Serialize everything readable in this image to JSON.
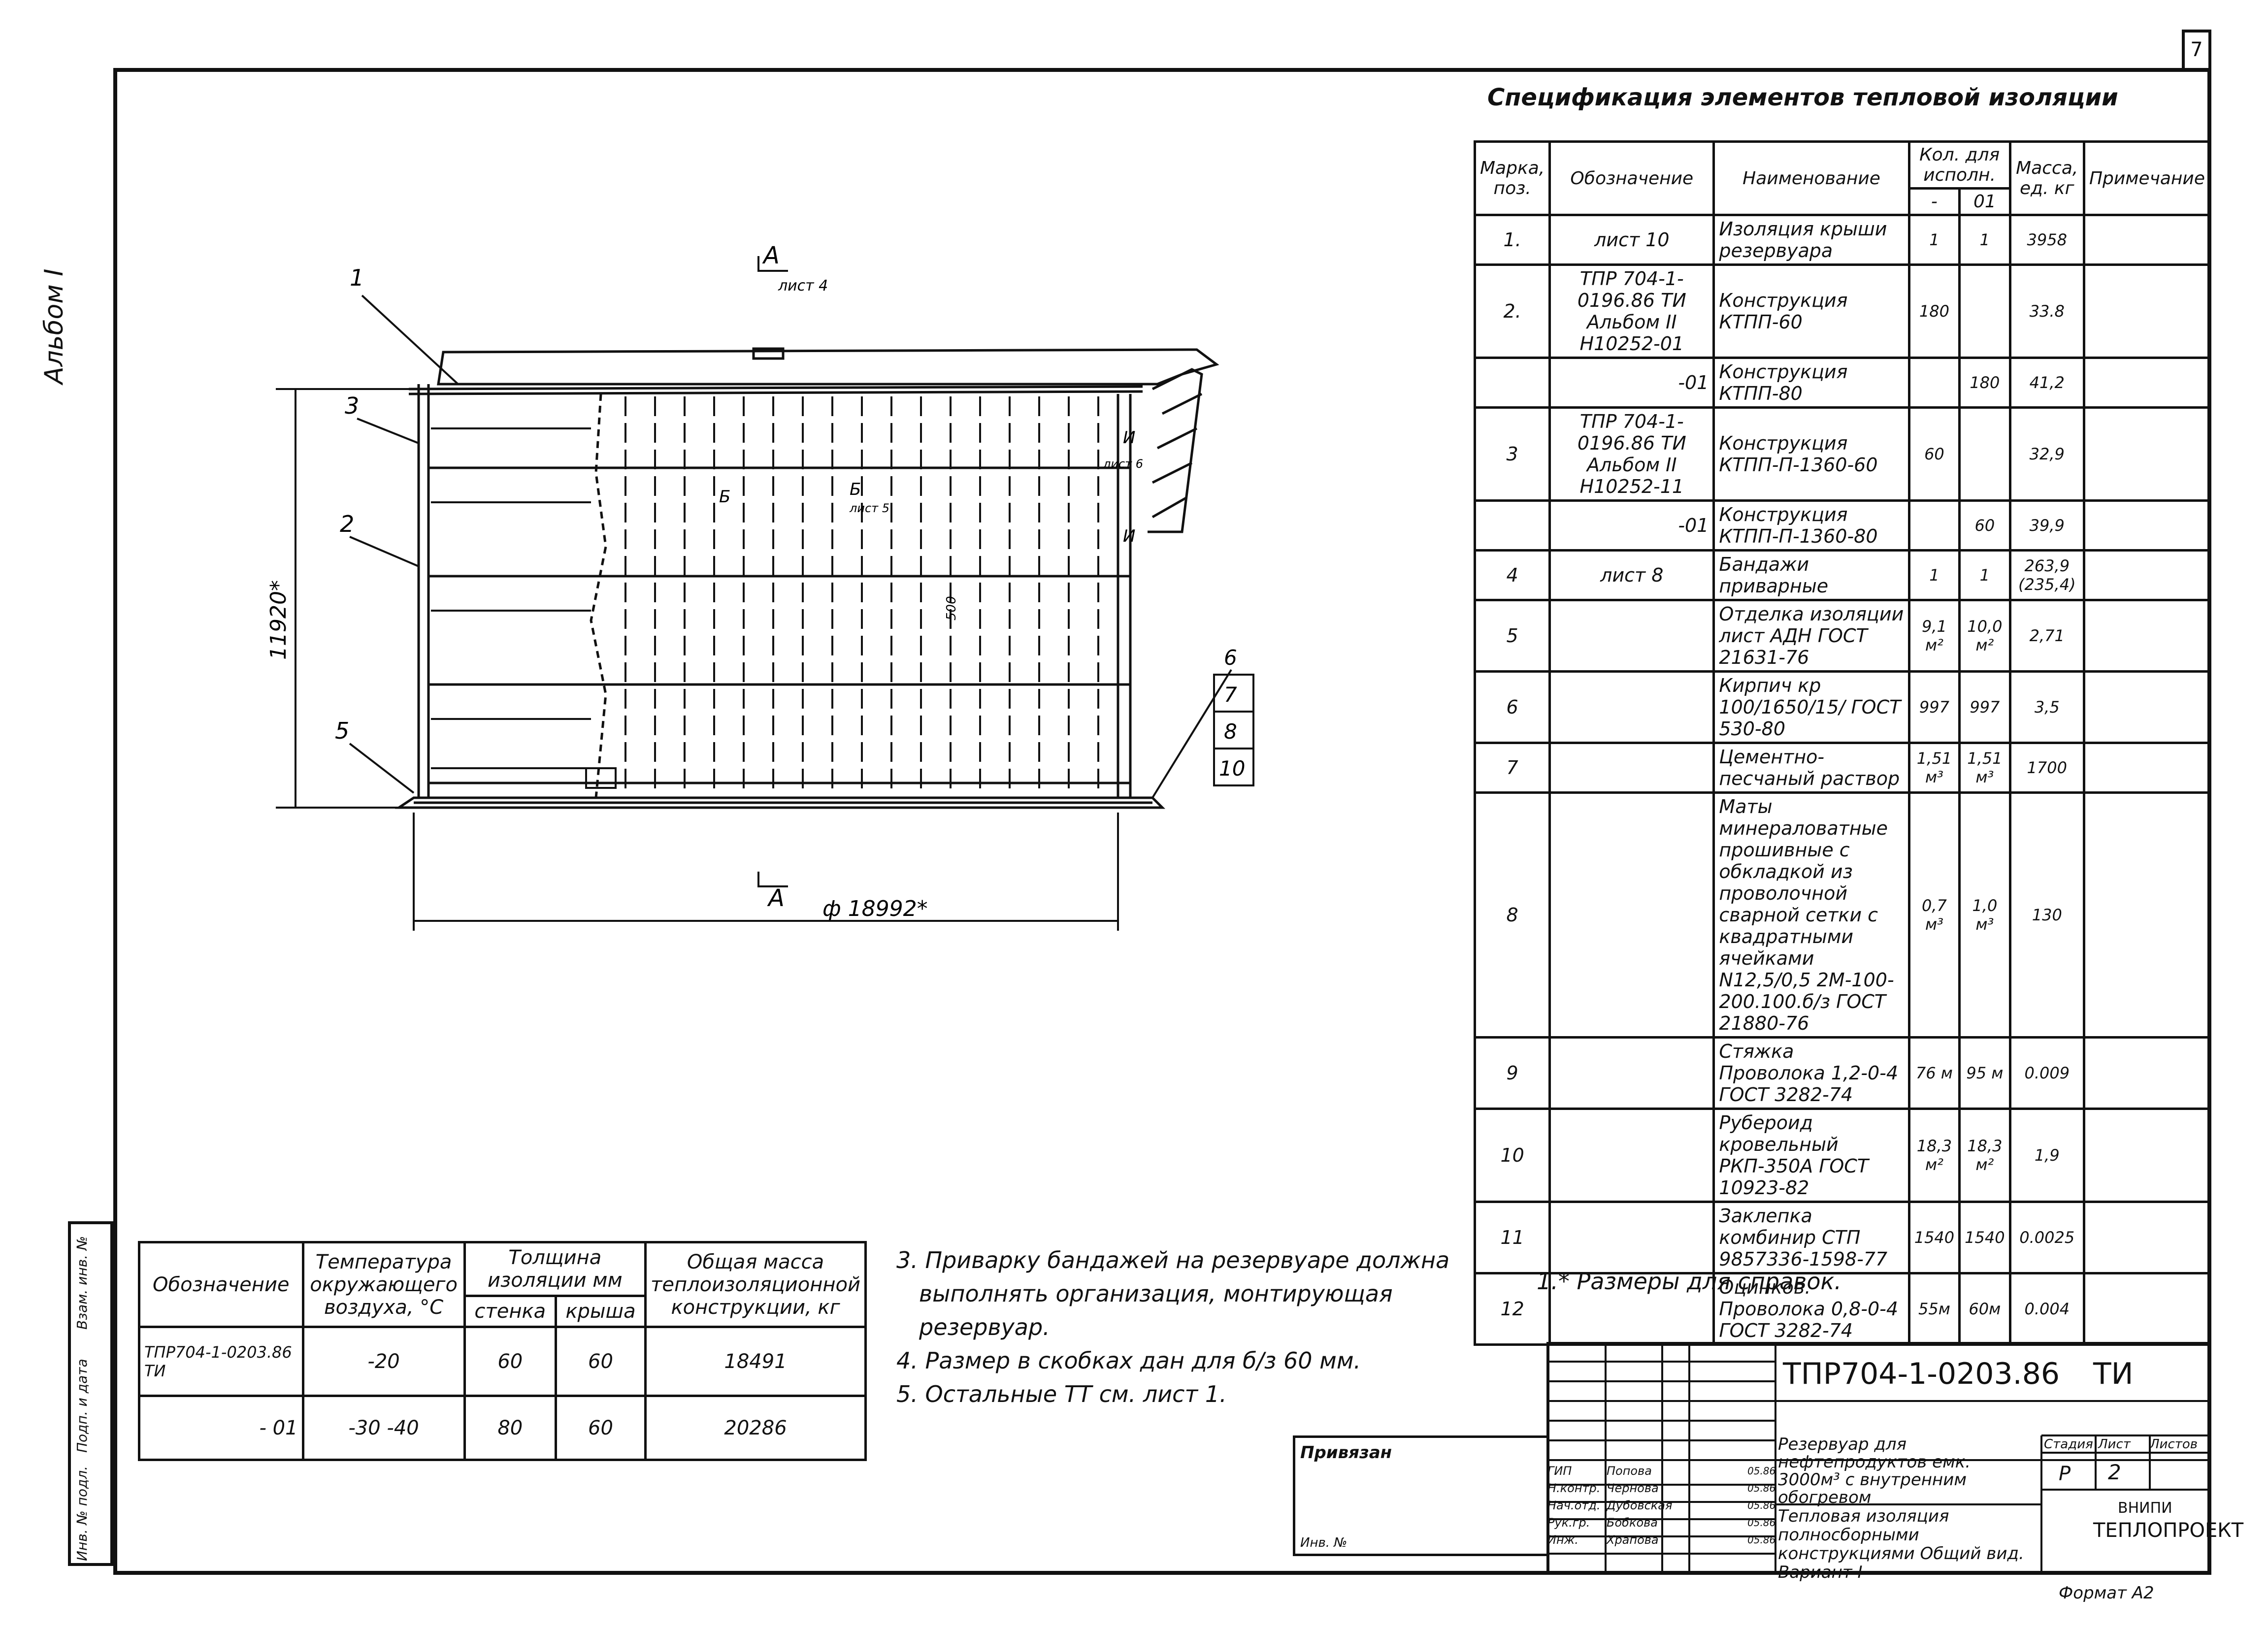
{
  "sheet_number": "7",
  "album_label": "Альбом I",
  "spec_title": "Спецификация элементов тепловой изоляции",
  "spec_headers": {
    "mark": "Марка, поз.",
    "designation": "Обозначение",
    "name": "Наименование",
    "qty": "Кол. для исполн.",
    "qty_a": "-",
    "qty_b": "01",
    "mass": "Масса, ед. кг",
    "note": "Примечание"
  },
  "spec_rows": [
    {
      "pos": "1.",
      "designation": "лист 10",
      "name": "Изоляция крыши резервуара",
      "q1": "1",
      "q2": "1",
      "mass": "3958"
    },
    {
      "pos": "2.",
      "designation": "ТПР 704-1-0196.86 ТИ Альбом II Н10252-01",
      "name": "Конструкция КТПП-60",
      "q1": "180",
      "q2": "",
      "mass": "33.8"
    },
    {
      "pos": "",
      "designation": "-01",
      "name": "Конструкция КТПП-80",
      "q1": "",
      "q2": "180",
      "mass": "41,2"
    },
    {
      "pos": "3",
      "designation": "ТПР 704-1-0196.86 ТИ Альбом II Н10252-11",
      "name": "Конструкция КТПП-П-1360-60",
      "q1": "60",
      "q2": "",
      "mass": "32,9"
    },
    {
      "pos": "",
      "designation": "-01",
      "name": "Конструкция КТПП-П-1360-80",
      "q1": "",
      "q2": "60",
      "mass": "39,9"
    },
    {
      "pos": "4",
      "designation": "лист 8",
      "name": "Бандажи приварные",
      "q1": "1",
      "q2": "1",
      "mass": "263,9 (235,4)"
    },
    {
      "pos": "5",
      "designation": "",
      "name": "Отделка изоляции лист АДН ГОСТ 21631-76",
      "q1": "9,1 м²",
      "q2": "10,0 м²",
      "mass": "2,71"
    },
    {
      "pos": "6",
      "designation": "",
      "name": "Кирпич кр 100/1650/15/ ГОСТ 530-80",
      "q1": "997",
      "q2": "997",
      "mass": "3,5"
    },
    {
      "pos": "7",
      "designation": "",
      "name": "Цементно-песчаный раствор",
      "q1": "1,51 м³",
      "q2": "1,51 м³",
      "mass": "1700"
    },
    {
      "pos": "8",
      "designation": "",
      "name": "Маты минераловатные прошивные с обкладкой из проволочной сварной сетки с квадратными ячейками N12,5/0,5 2М-100-200.100.б/з ГОСТ 21880-76",
      "q1": "0,7 м³",
      "q2": "1,0 м³",
      "mass": "130"
    },
    {
      "pos": "9",
      "designation": "",
      "name": "Стяжка Проволока 1,2-0-4 ГОСТ 3282-74",
      "q1": "76 м",
      "q2": "95 м",
      "mass": "0.009"
    },
    {
      "pos": "10",
      "designation": "",
      "name": "Рубероид кровельный РКП-350А ГОСТ 10923-82",
      "q1": "18,3 м²",
      "q2": "18,3 м²",
      "mass": "1,9"
    },
    {
      "pos": "11",
      "designation": "",
      "name": "Заклепка комбинир СТП 9857336-1598-77",
      "q1": "1540",
      "q2": "1540",
      "mass": "0.0025"
    },
    {
      "pos": "12",
      "designation": "",
      "name": "Оцинков. Проволока 0,8-0-4 ГОСТ 3282-74",
      "q1": "55м",
      "q2": "60м",
      "mass": "0.004"
    }
  ],
  "drawing": {
    "section_top": "А",
    "section_top_sheet": "лист 4",
    "section_bottom": "А",
    "height_dim": "11920*",
    "diameter_dim": "ф 18992*",
    "callouts": [
      "1",
      "2",
      "3",
      "5",
      "6",
      "7",
      "8",
      "10"
    ],
    "section_b": "Б",
    "section_b_sheet": "лист 5",
    "section_i": "И",
    "section_i_sheet": "лист 6",
    "dim_500": "500"
  },
  "temp_table": {
    "headers": [
      "Обозначение",
      "Температура окружающего воздуха, °С",
      "Толщина изоляции мм",
      "Общая масса теплоизоляционной конструкции, кг"
    ],
    "sub_headers": [
      "стенка",
      "крыша"
    ],
    "rows": [
      [
        "ТПР704-1-0203.86 ТИ",
        "-20",
        "60",
        "60",
        "18491"
      ],
      [
        "- 01",
        "-30 -40",
        "80",
        "60",
        "20286"
      ]
    ]
  },
  "notes": [
    "3. Приварку бандажей на резервуаре должна",
    "выполнять организация, монтирующая",
    "резервуар.",
    "4. Размер в скобках дан для б/з 60 мм.",
    "5. Остальные ТТ см. лист 1."
  ],
  "note1": "1.* Размеры для справок.",
  "stamp": {
    "doc_code": "ТПР704-1-0203.86",
    "doc_type": "ТИ",
    "title1": "Резервуар для нефтепродуктов емк. 3000м³ с внутренним обогревом",
    "title2": "Тепловая изоляция полносборными конструкциями Общий вид. Вариант I",
    "stage_label": "Стадия",
    "sheet_label": "Лист",
    "sheets_label": "Листов",
    "stage": "Р",
    "sheet": "2",
    "org1": "ВНИПИ",
    "org2": "ТЕПЛОПРОЕКТ",
    "roles": [
      "ГИП",
      "Н.контр.",
      "Нач.отд.",
      "Рук.гр.",
      "Инж."
    ],
    "names": [
      "Попова",
      "Чернова",
      "Дубовская",
      "Бобкова",
      "Храпова"
    ],
    "dates": [
      "05.86",
      "05.86",
      "05.86",
      "05.86",
      "05.86"
    ],
    "privyazan": "Привязан",
    "inv": "Инв. №"
  },
  "left_strip": [
    "Инв. № подл.",
    "Подп. и дата",
    "Взам. инв. №"
  ],
  "format": "Формат А2"
}
